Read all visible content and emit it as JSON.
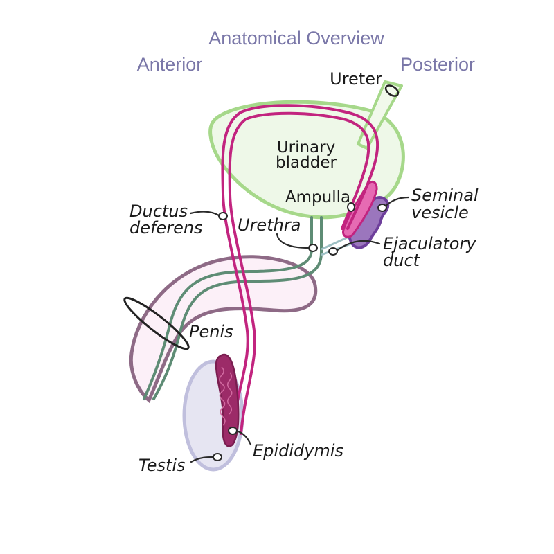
{
  "title": "Anatomical Overview",
  "orientation": {
    "anterior": "Anterior",
    "posterior": "Posterior"
  },
  "labels": {
    "ureter": "Ureter",
    "bladder_line1": "Urinary",
    "bladder_line2": "bladder",
    "ampulla": "Ampulla",
    "seminal_line1": "Seminal",
    "seminal_line2": "vesicle",
    "ductus_line1": "Ductus",
    "ductus_line2": "deferens",
    "urethra": "Urethra",
    "ejac_line1": "Ejaculatory",
    "ejac_line2": "duct",
    "penis": "Penis",
    "epididymis": "Epididymis",
    "testis": "Testis"
  },
  "colors": {
    "header": "#7a77a8",
    "bladder_fill": "#eef8e8",
    "bladder_stroke": "#a6d88a",
    "ductus": "#c2247f",
    "ampulla_fill": "#e66bb3",
    "seminal_fill": "#9b76bd",
    "seminal_stroke": "#6e3f9b",
    "urethra": "#5e8c75",
    "ejaculatory": "#9ec0c4",
    "penis_fill": "#fcf0f8",
    "penis_stroke": "#8e6a86",
    "testis_fill": "#e6e5f2",
    "testis_stroke": "#c0bfdd",
    "epididymis": "#9c2b68"
  }
}
